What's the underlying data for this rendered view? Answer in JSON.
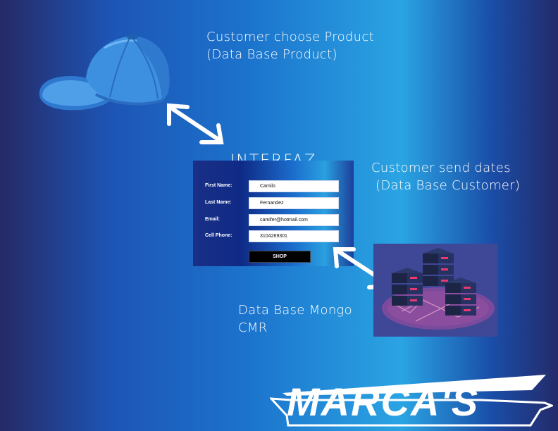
{
  "annotations": {
    "product": [
      "Customer choose Product",
      "(Data Base Product)"
    ],
    "customer": [
      "Customer send dates",
      " (Data Base Customer)"
    ],
    "mongo": [
      "Data Base Mongo",
      "CMR"
    ]
  },
  "interface": {
    "title": "INTERFAZ",
    "fields": [
      {
        "label": "First Name:",
        "value": "Camilo"
      },
      {
        "label": "Last Name:",
        "value": "Fernandez"
      },
      {
        "label": "Email:",
        "value": "camifer@hotmail.com"
      },
      {
        "label": "Cell Phone:",
        "value": "3104269301"
      }
    ],
    "button_label": "SHOP"
  },
  "icons": {
    "product": "baseball-cap-icon",
    "database": "server-racks-icon"
  },
  "colors": {
    "accent_light": "#2aa4e3",
    "accent_dark": "#242a6a",
    "cap_blue": "#3d8fe0",
    "rack_pink": "#e83a6e"
  },
  "brand": {
    "logo_text": "MARCA'S"
  }
}
